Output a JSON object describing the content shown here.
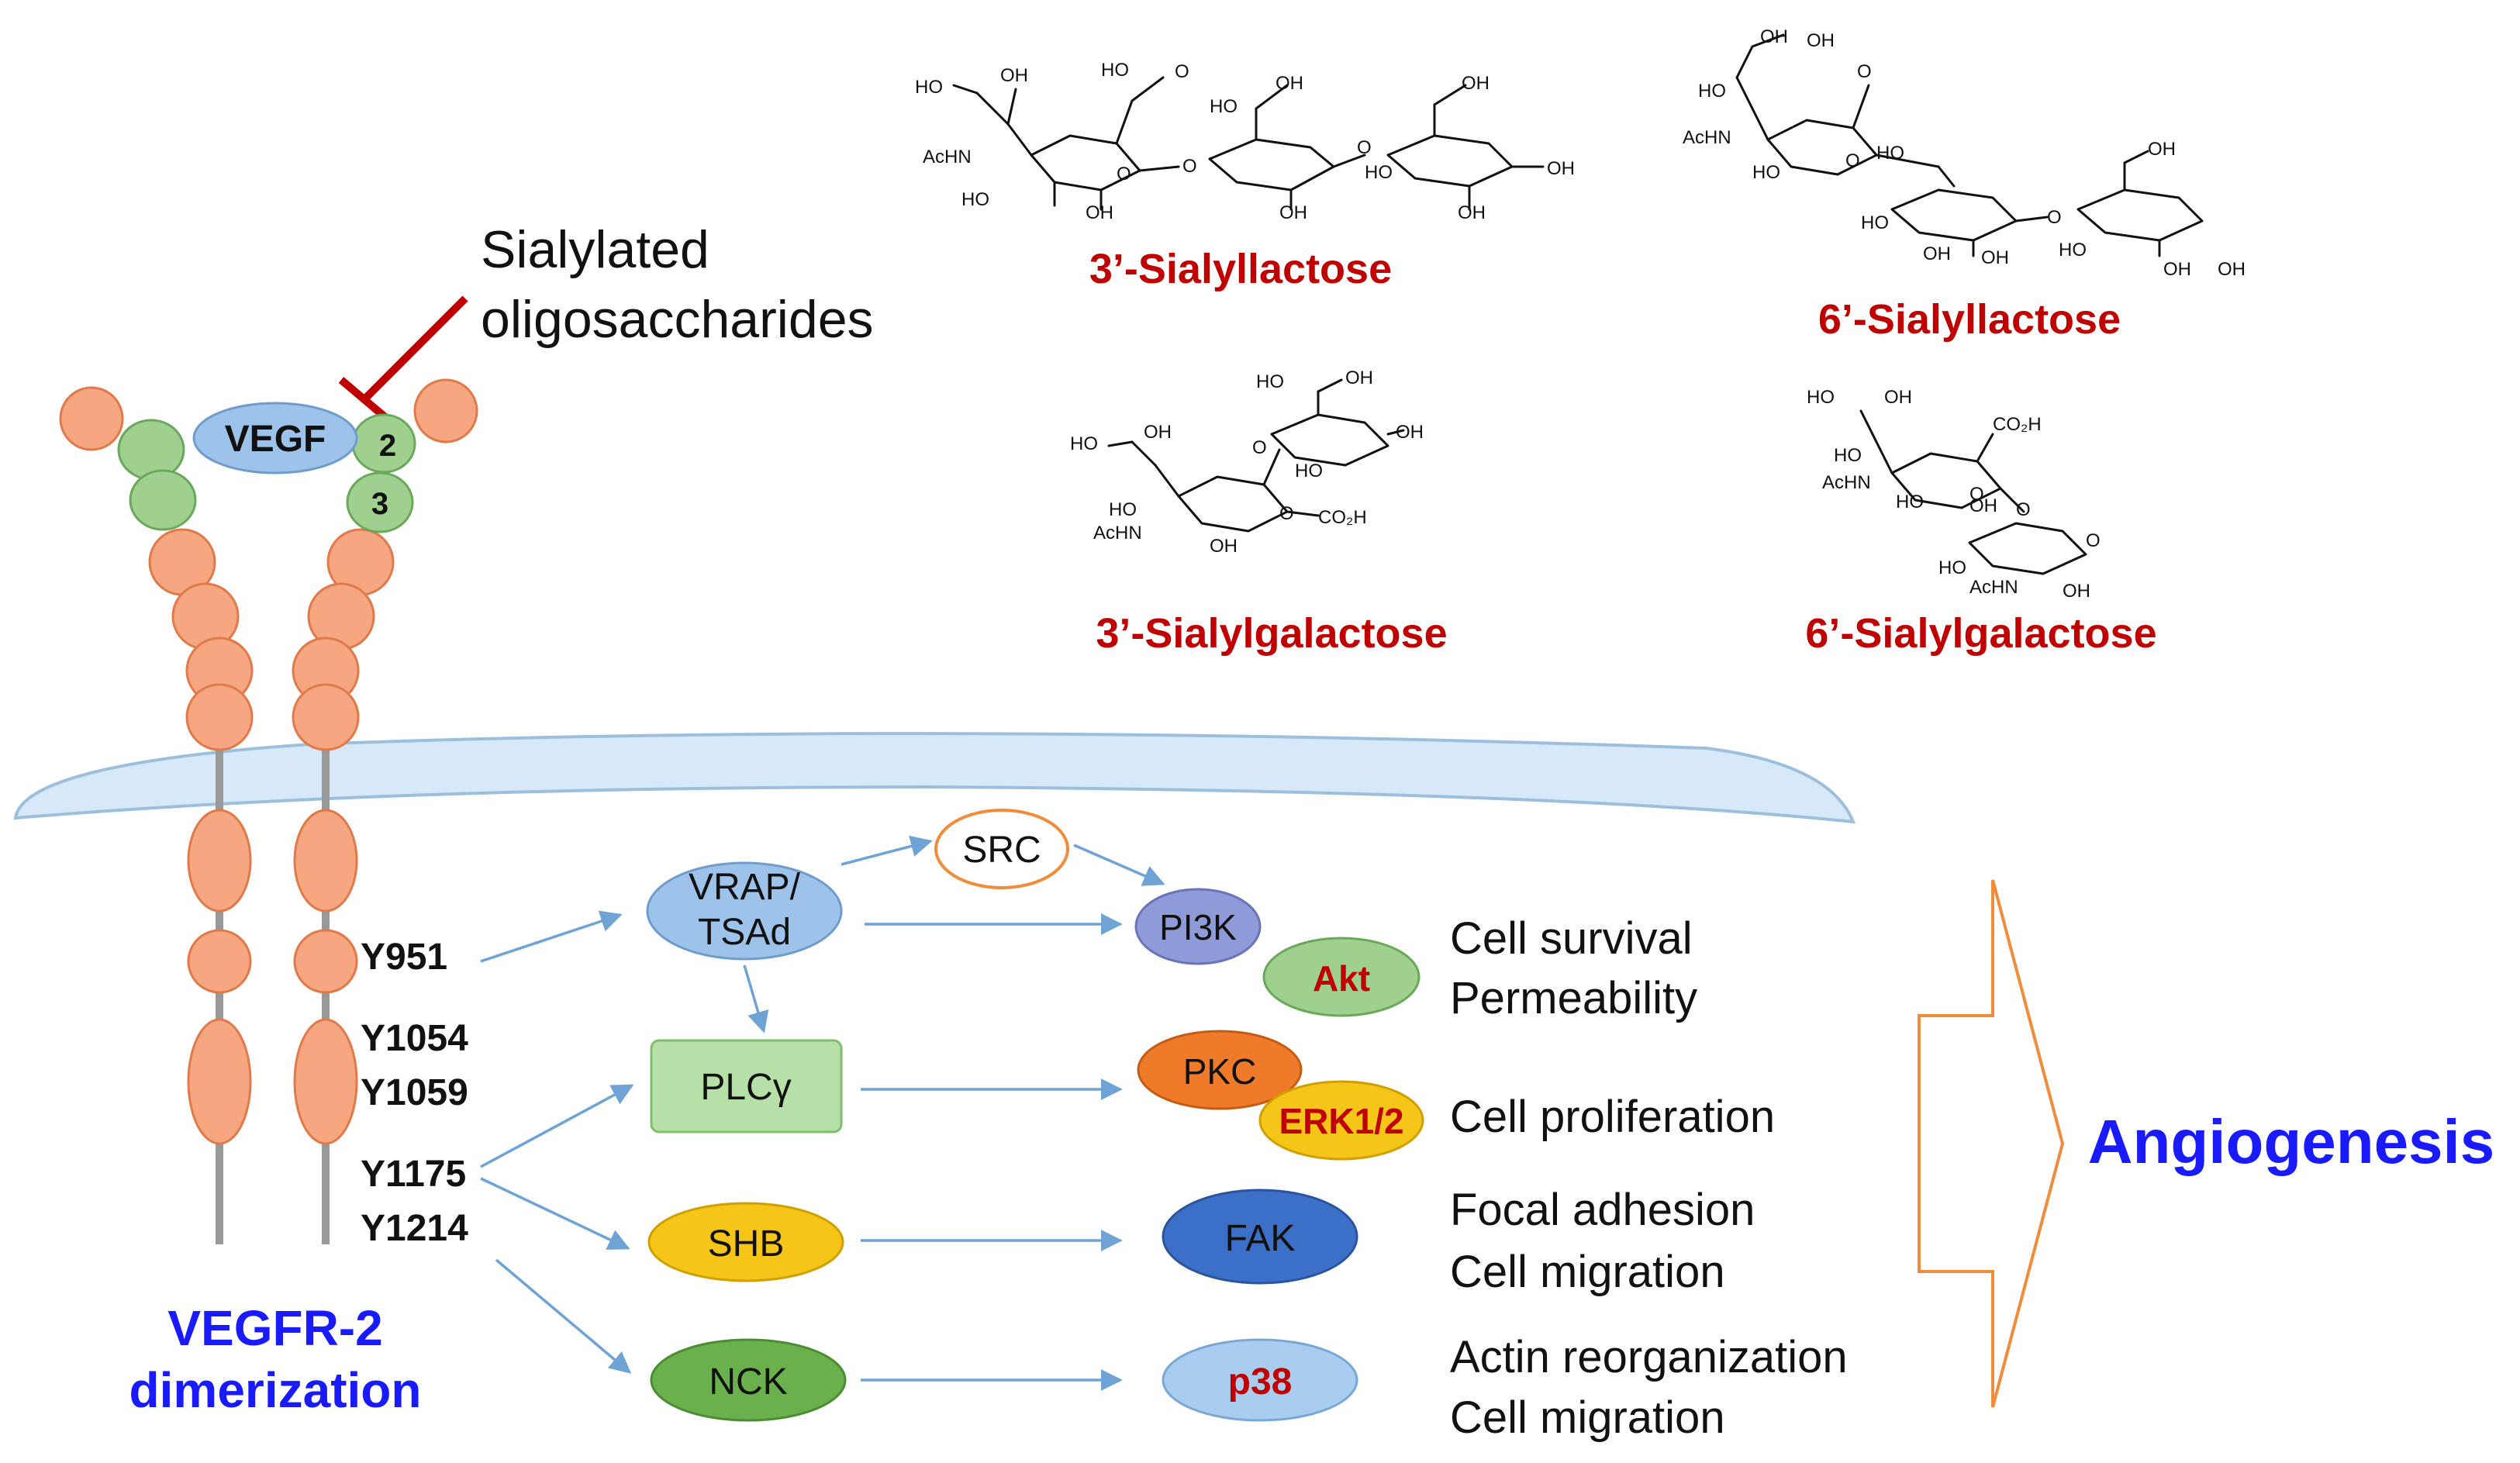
{
  "inhibitor": {
    "line1": "Sialylated",
    "line2": "oligosaccharides"
  },
  "receptor": {
    "ligand": "VEGF",
    "domain_2": "2",
    "domain_3": "3",
    "residues": [
      "Y951",
      "Y1054",
      "Y1059",
      "Y1175",
      "Y1214"
    ],
    "caption_line1": "VEGFR-2",
    "caption_line2": "dimerization"
  },
  "compounds": [
    {
      "name": "3’-Sialyllactose"
    },
    {
      "name": "6’-Sialyllactose"
    },
    {
      "name": "3’-Sialylgalactose"
    },
    {
      "name": "6’-Sialylgalactose"
    }
  ],
  "chem_labels": {
    "oh": "OH",
    "ho": "HO",
    "achn": "AcHN",
    "co2h": "CO₂H",
    "o": "O",
    "ho_o": "HO"
  },
  "nodes": {
    "vrap_line1": "VRAP/",
    "vrap_line2": "TSAd",
    "src": "SRC",
    "pi3k": "PI3K",
    "akt": "Akt",
    "plcg": "PLCγ",
    "pkc": "PKC",
    "erk": "ERK1/2",
    "shb": "SHB",
    "fak": "FAK",
    "nck": "NCK",
    "p38": "p38"
  },
  "outcomes": {
    "survival": "Cell survival",
    "permeability": "Permeability",
    "proliferation": "Cell proliferation",
    "focal": "Focal adhesion",
    "migration1": "Cell migration",
    "actin": "Actin reorganization",
    "migration2": "Cell migration"
  },
  "result": "Angiogenesis",
  "colors": {
    "compound_red": "#c00000",
    "blue_text": "#1a1aff",
    "receptor_orange": "#f7a682",
    "receptor_green": "#9fd08f",
    "membrane": "#d7e9f8",
    "arrow_blue": "#6fa3d6",
    "big_arrow": "#f08c3a"
  }
}
